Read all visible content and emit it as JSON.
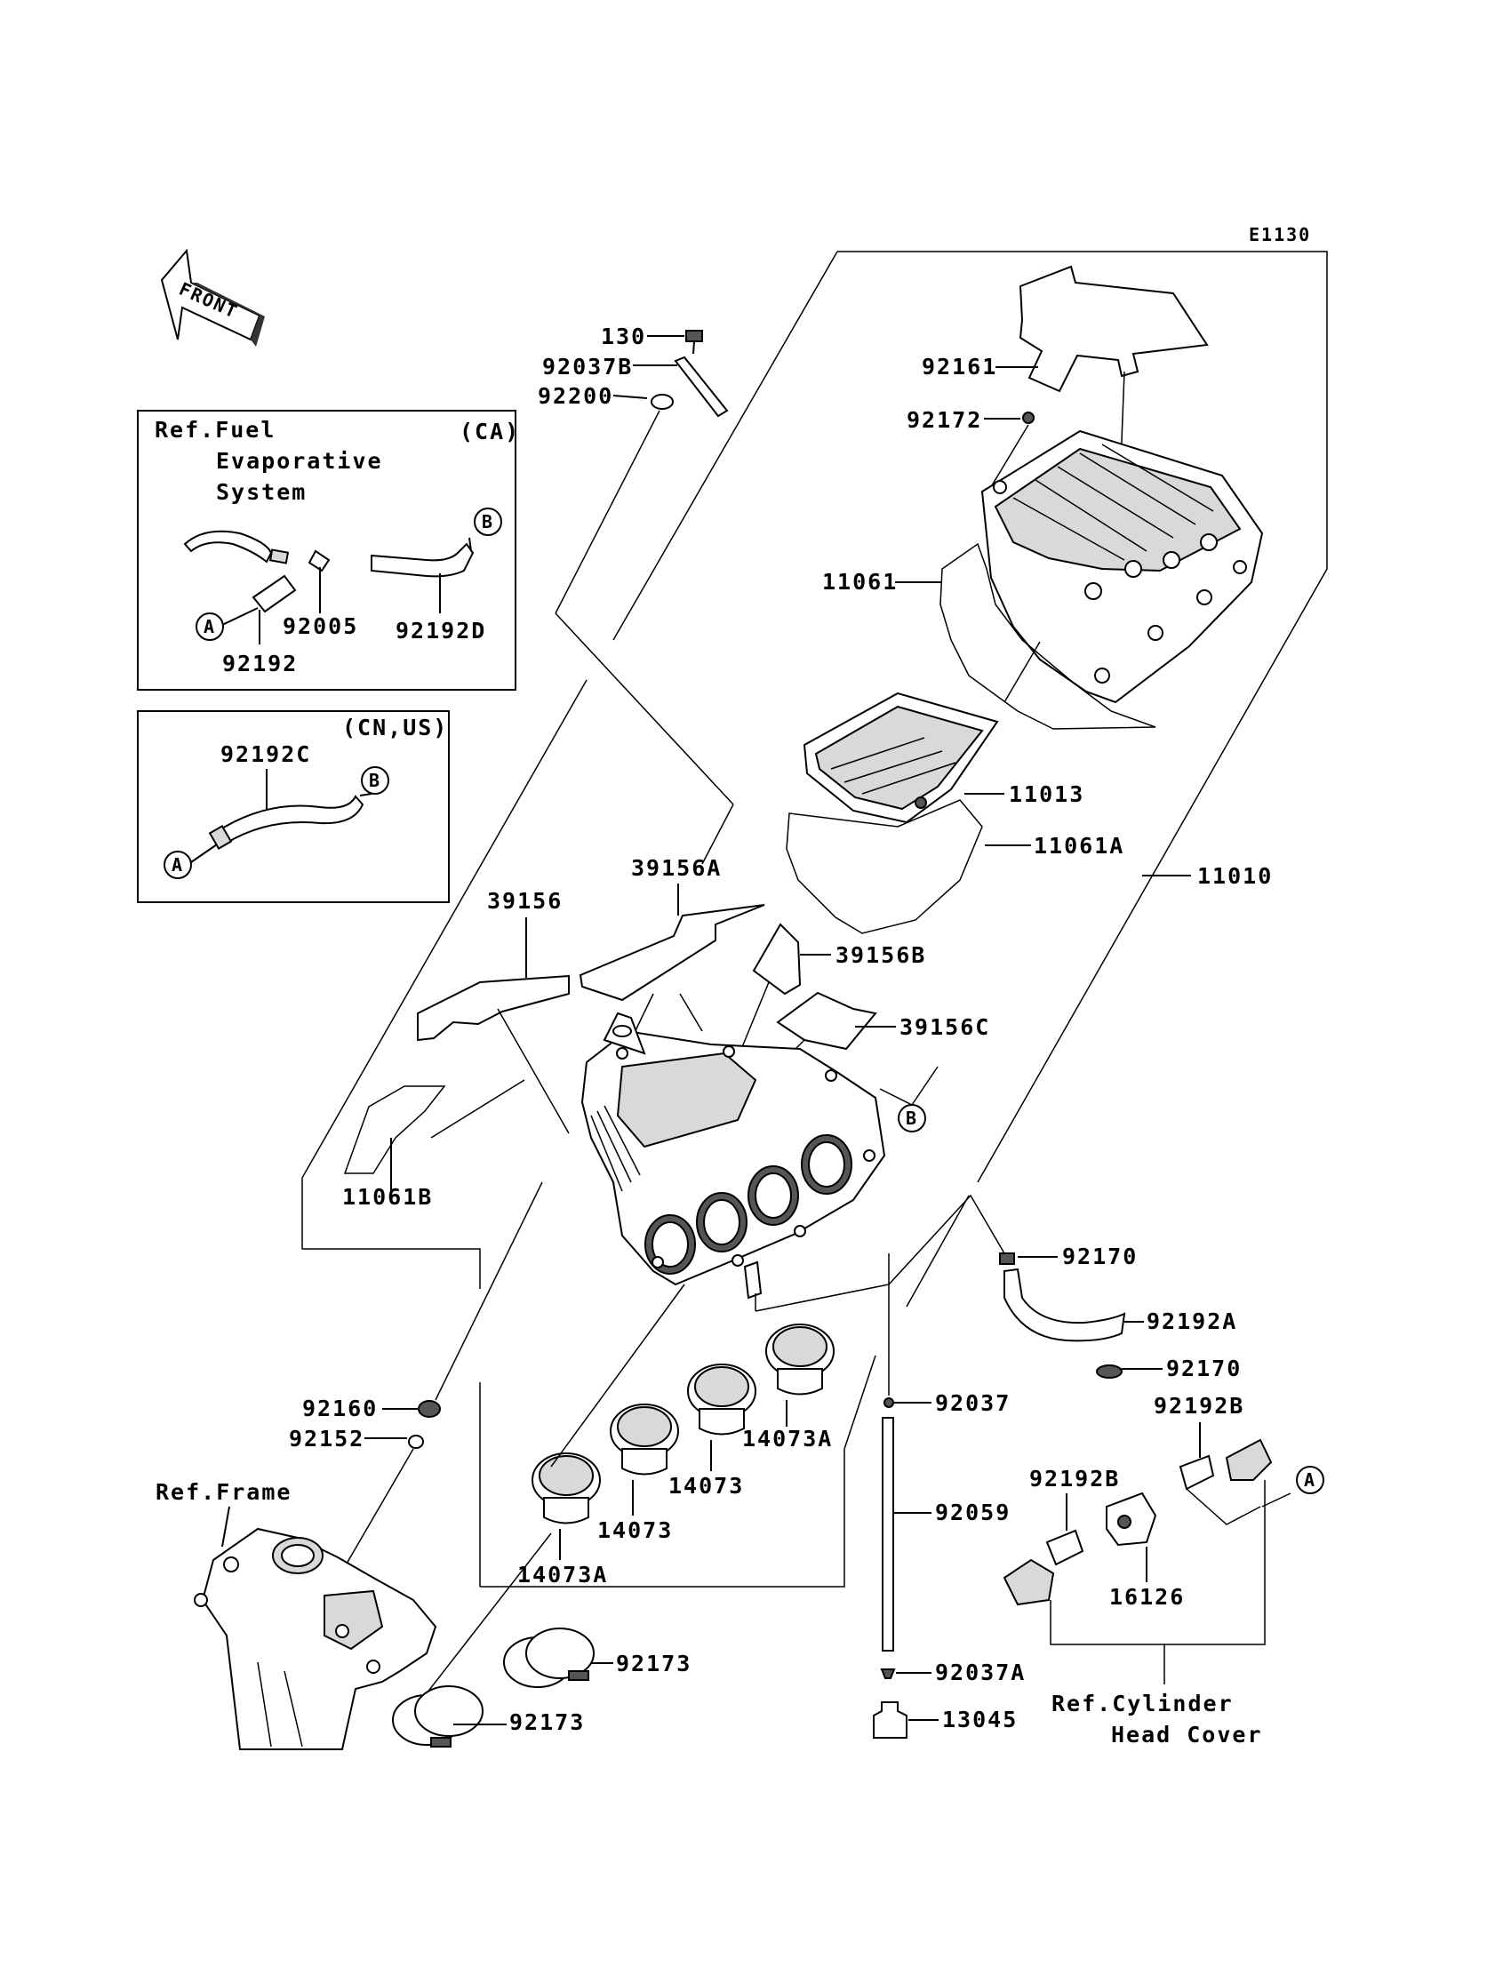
{
  "diagram_code": "E1130",
  "front_label": "FRONT",
  "callout_a": "A",
  "callout_b": "B",
  "inset_ca": {
    "region": "(CA)",
    "ref_line1": "Ref.Fuel",
    "ref_line2": "Evaporative",
    "ref_line3": "System",
    "parts": [
      "92005",
      "92192",
      "92192D"
    ]
  },
  "inset_cnus": {
    "region": "(CN,US)",
    "parts": [
      "92192C"
    ]
  },
  "parts": {
    "p130": "130",
    "p92037B": "92037B",
    "p92200": "92200",
    "p92161": "92161",
    "p92172": "92172",
    "p11061": "11061",
    "p11013": "11013",
    "p11061A": "11061A",
    "p11010": "11010",
    "p39156A": "39156A",
    "p39156": "39156",
    "p39156B": "39156B",
    "p39156C": "39156C",
    "p11061B": "11061B",
    "p92170a": "92170",
    "p92192A": "92192A",
    "p92170b": "92170",
    "p92160": "92160",
    "p92152": "92152",
    "p92037": "92037",
    "p92192B_a": "92192B",
    "p92192B_b": "92192B",
    "p14073A_a": "14073A",
    "p14073_a": "14073",
    "p14073_b": "14073",
    "p14073A_b": "14073A",
    "p92059": "92059",
    "p16126": "16126",
    "p92173a": "92173",
    "p92173b": "92173",
    "p92037A": "92037A",
    "p13045": "13045"
  },
  "refs": {
    "frame": "Ref.Frame",
    "cyl_line1": "Ref.Cylinder",
    "cyl_line2": "Head Cover"
  }
}
